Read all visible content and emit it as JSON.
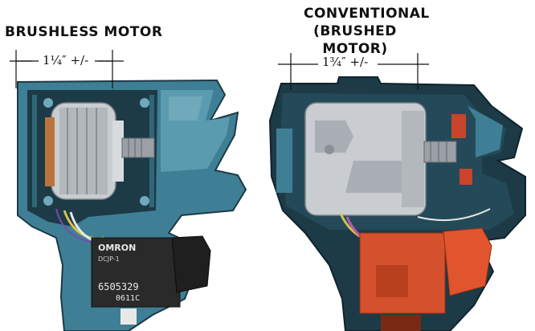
{
  "labels": {
    "brushless_title": "BRUSHLESS MOTOR",
    "conventional_title_line1": "CONVENTIONAL",
    "conventional_title_line2": "(BRUSHED MOTOR)",
    "brushless_dimension": "1¼″ +/-",
    "brushed_dimension": "1¾″ +/-"
  },
  "component_text": {
    "switch_brand": "OMRON",
    "switch_model_line": "DCJP-1",
    "switch_part_number": "6505329",
    "switch_code": "0611C"
  },
  "colors": {
    "housing_blue": "#3f7f95",
    "housing_blue_light": "#6fa9bb",
    "housing_dark": "#1d3a47",
    "motor_silver": "#c9cdd1",
    "copper": "#b9753c",
    "switch_black": "#2a2a2a",
    "switch_red": "#d5502c"
  }
}
